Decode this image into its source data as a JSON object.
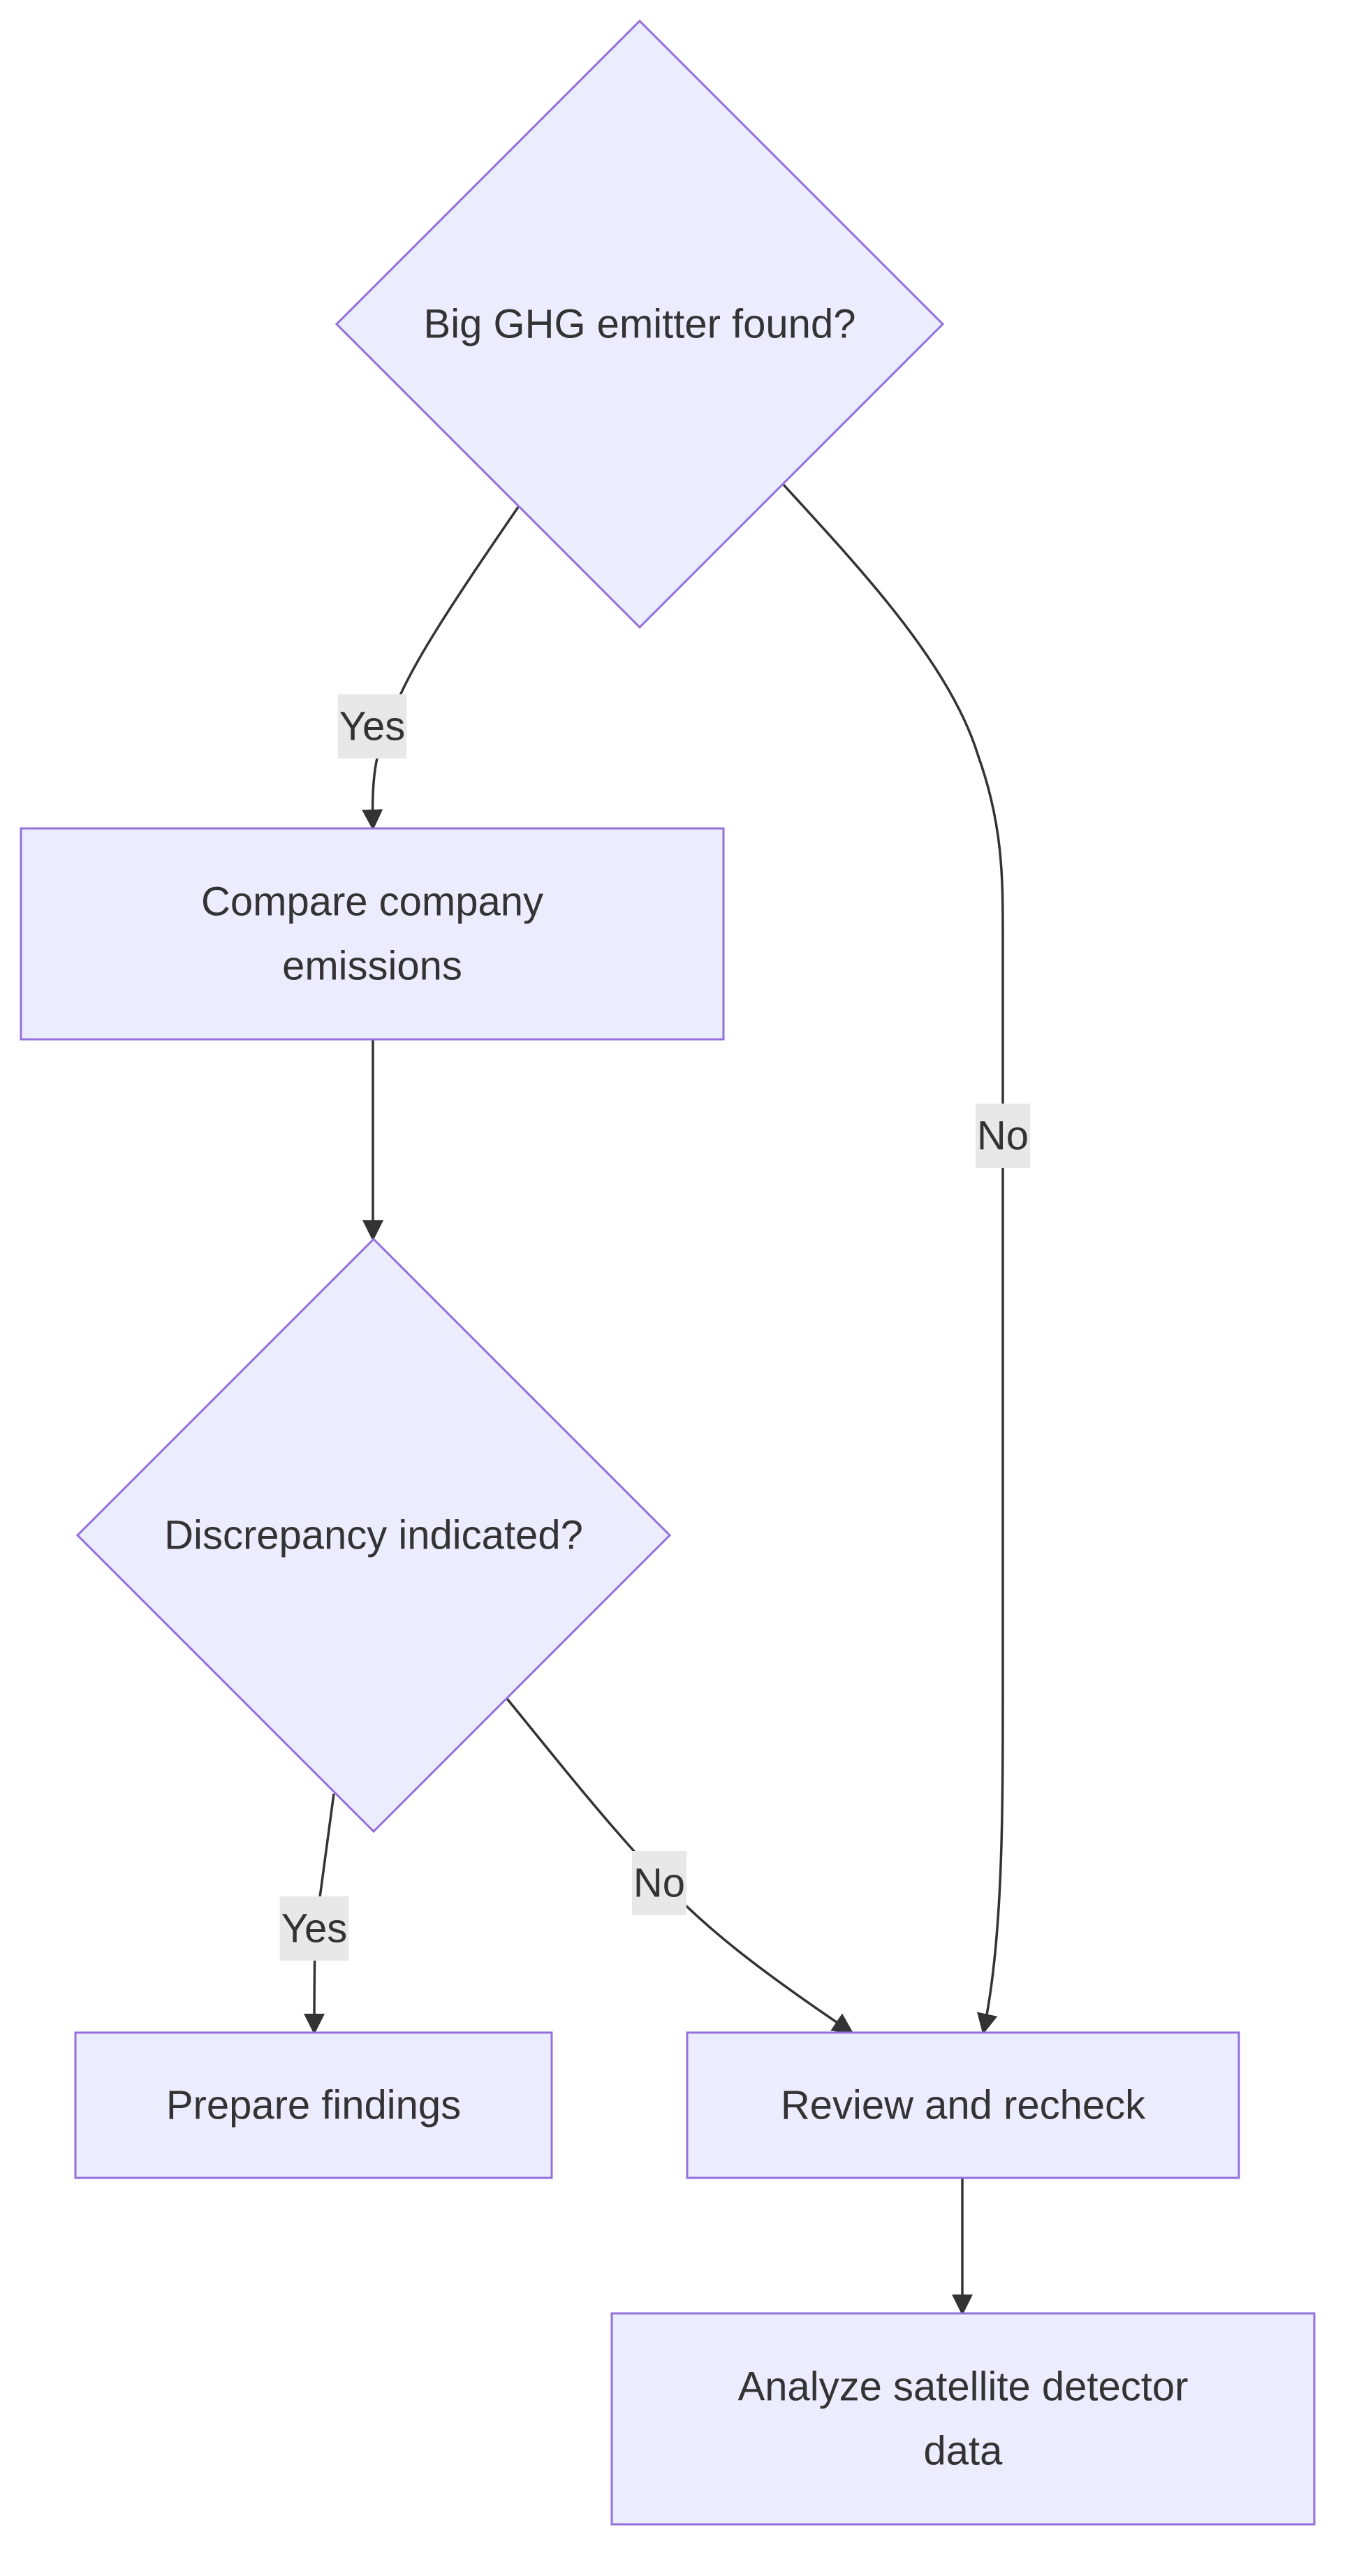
{
  "diagram": {
    "type": "flowchart",
    "colors": {
      "node_fill": "#ECECFF",
      "node_stroke": "#9370DB",
      "edge": "#333333",
      "text": "#333333",
      "label_bg": "#e8e8e8"
    },
    "nodes": [
      {
        "id": "big_emitter",
        "shape": "diamond",
        "lines": [
          "Big GHG emitter found?"
        ]
      },
      {
        "id": "compare",
        "shape": "rect",
        "lines": [
          "Compare company",
          "emissions"
        ]
      },
      {
        "id": "discrepancy",
        "shape": "diamond",
        "lines": [
          "Discrepancy indicated?"
        ]
      },
      {
        "id": "prepare",
        "shape": "rect",
        "lines": [
          "Prepare findings"
        ]
      },
      {
        "id": "review",
        "shape": "rect",
        "lines": [
          "Review and recheck"
        ]
      },
      {
        "id": "analyze",
        "shape": "rect",
        "lines": [
          "Analyze satellite detector",
          "data"
        ]
      }
    ],
    "edges": [
      {
        "id": "e1",
        "from": "big_emitter",
        "to": "compare",
        "label": "Yes"
      },
      {
        "id": "e2",
        "from": "big_emitter",
        "to": "review",
        "label": "No"
      },
      {
        "id": "e3",
        "from": "compare",
        "to": "discrepancy",
        "label": ""
      },
      {
        "id": "e4",
        "from": "discrepancy",
        "to": "prepare",
        "label": "Yes"
      },
      {
        "id": "e5",
        "from": "discrepancy",
        "to": "review",
        "label": "No"
      },
      {
        "id": "e6",
        "from": "review",
        "to": "analyze",
        "label": ""
      }
    ]
  }
}
